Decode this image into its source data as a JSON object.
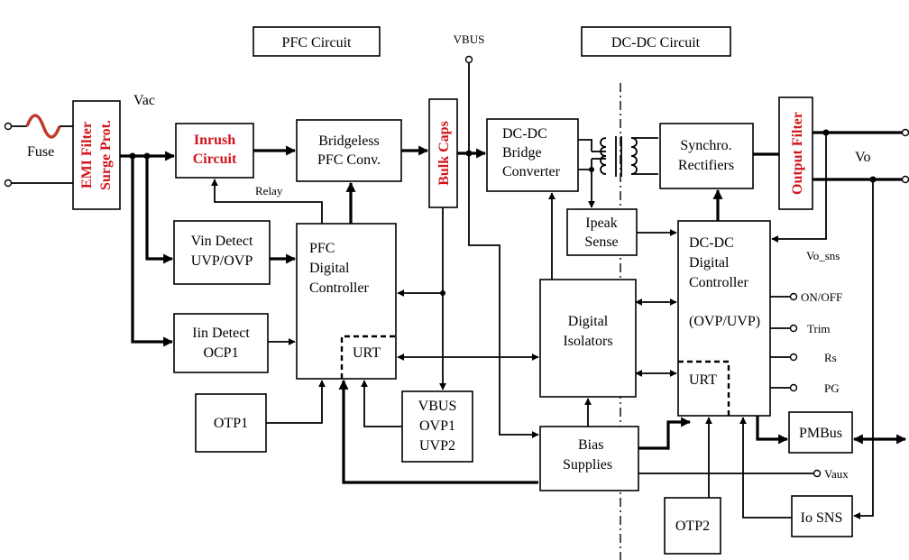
{
  "headers": {
    "pfc": "PFC Circuit",
    "dcdc": "DC-DC Circuit",
    "vbus": "VBUS"
  },
  "labels": {
    "fuse": "Fuse",
    "vac": "Vac",
    "relay": "Relay",
    "vo": "Vo",
    "vo_sns": "Vo_sns",
    "vaux": "Vaux"
  },
  "blocks": {
    "emi_filter": "EMI Filter",
    "surge_prot": "Surge Prot.",
    "inrush_l1": "Inrush",
    "inrush_l2": "Circuit",
    "bridgeless_l1": "Bridgeless",
    "bridgeless_l2": "PFC Conv.",
    "bulk_caps": "Bulk Caps",
    "dcdc_bridge_l1": "DC-DC",
    "dcdc_bridge_l2": "Bridge",
    "dcdc_bridge_l3": "Converter",
    "synchro_l1": "Synchro.",
    "synchro_l2": "Rectifiers",
    "output_filter": "Output Filter",
    "vin_detect_l1": "Vin Detect",
    "vin_detect_l2": "UVP/OVP",
    "pfc_ctrl_l1": "PFC",
    "pfc_ctrl_l2": "Digital",
    "pfc_ctrl_l3": "Controller",
    "pfc_urt": "URT",
    "iin_detect_l1": "Iin Detect",
    "iin_detect_l2": "OCP1",
    "otp1": "OTP1",
    "vbus_prot_l1": "VBUS",
    "vbus_prot_l2": "OVP1",
    "vbus_prot_l3": "UVP2",
    "ipeak_l1": "Ipeak",
    "ipeak_l2": "Sense",
    "iso_l1": "Digital",
    "iso_l2": "Isolators",
    "bias_l1": "Bias",
    "bias_l2": "Supplies",
    "dcdc_ctrl_l1": "DC-DC",
    "dcdc_ctrl_l2": "Digital",
    "dcdc_ctrl_l3": "Controller",
    "dcdc_ctrl_l4": "(OVP/UVP)",
    "dcdc_urt": "URT",
    "pmbus": "PMBus",
    "otp2": "OTP2",
    "io_sns": "Io SNS"
  },
  "pins": {
    "on_off": "ON/OFF",
    "trim": "Trim",
    "rs": "Rs",
    "pg": "PG"
  },
  "colors": {
    "line": "#000000",
    "highlight_text": "#d0151b",
    "fuse": "#c0392b"
  }
}
